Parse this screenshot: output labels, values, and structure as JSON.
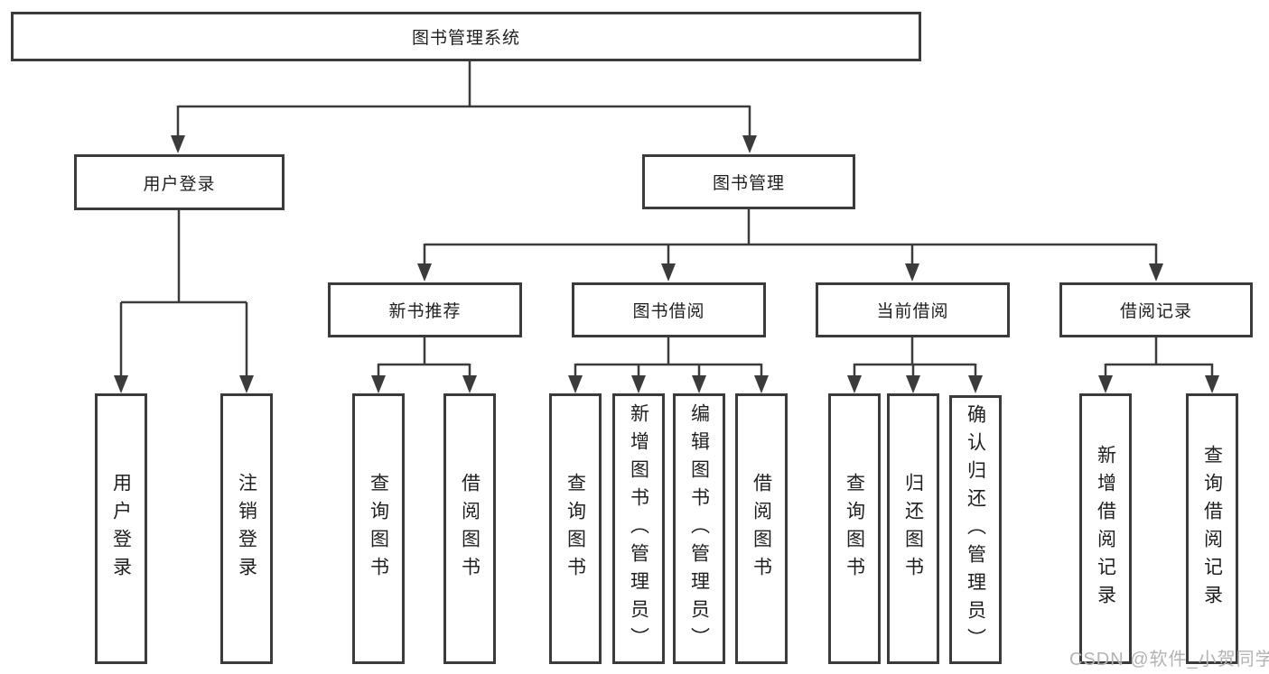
{
  "colors": {
    "line": "#3b3b3b",
    "node_border": "#3b3b3b",
    "text": "#1f1f1f",
    "watermark": "#b3b3b3",
    "background": "#ffffff"
  },
  "tree": {
    "root": {
      "label": "图书管理系统",
      "children": [
        {
          "label": "用户登录",
          "children": [
            {
              "label": "用户登录"
            },
            {
              "label": "注销登录"
            }
          ]
        },
        {
          "label": "图书管理",
          "children": [
            {
              "label": "新书推荐",
              "children": [
                {
                  "label": "查询图书"
                },
                {
                  "label": "借阅图书"
                }
              ]
            },
            {
              "label": "图书借阅",
              "children": [
                {
                  "label": "查询图书"
                },
                {
                  "label": "新增图书（管理员）"
                },
                {
                  "label": "编辑图书（管理员）"
                },
                {
                  "label": "借阅图书"
                }
              ]
            },
            {
              "label": "当前借阅",
              "children": [
                {
                  "label": "查询图书"
                },
                {
                  "label": "归还图书"
                },
                {
                  "label": "确认归还（管理员）"
                }
              ]
            },
            {
              "label": "借阅记录",
              "children": [
                {
                  "label": "新增借阅记录"
                },
                {
                  "label": "查询借阅记录"
                }
              ]
            }
          ]
        }
      ]
    }
  },
  "watermark": "CSDN @软件_小贺同学"
}
